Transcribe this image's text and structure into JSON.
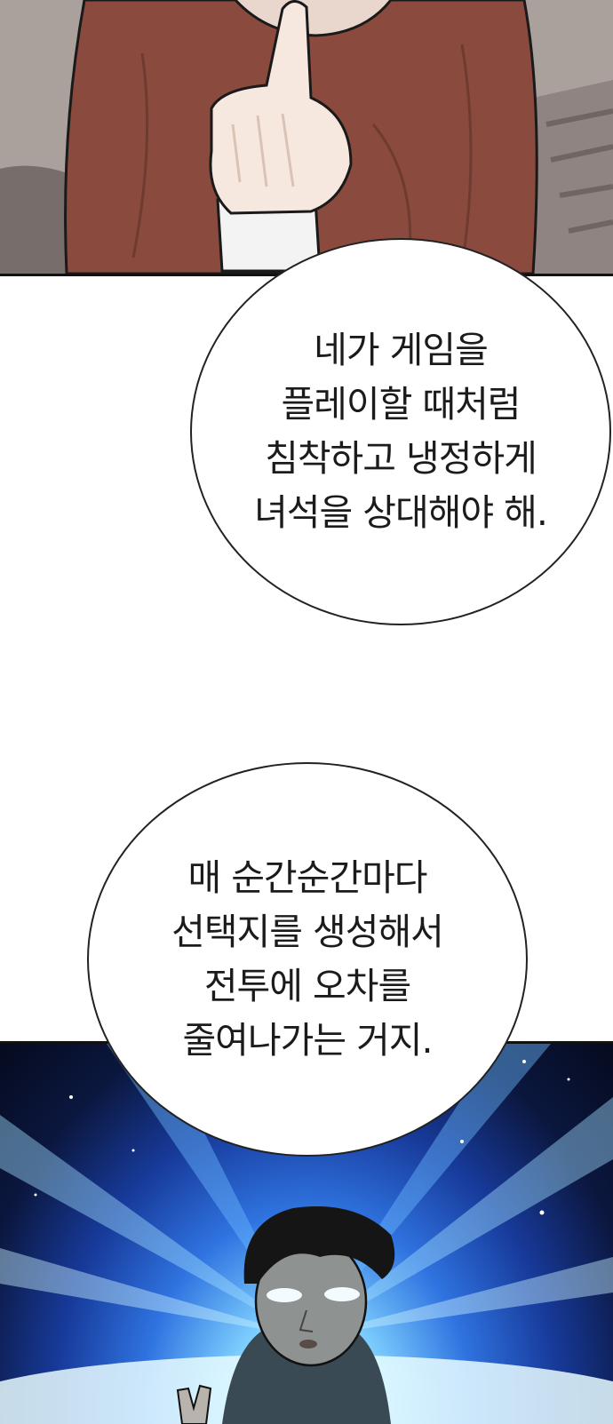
{
  "speech_bubbles": [
    {
      "lines": [
        "네가 게임을",
        "플레이할 때처럼",
        "침착하고 냉정하게",
        "녀석을 상대해야 해."
      ]
    },
    {
      "lines": [
        "매 순간순간마다",
        "선택지를 생성해서",
        "전투에 오차를",
        "줄여나가는 거지."
      ]
    }
  ],
  "colors": {
    "sweater": "#8a4a3e",
    "glow": "#7fd0ff",
    "night_sky": "#0b173f"
  }
}
